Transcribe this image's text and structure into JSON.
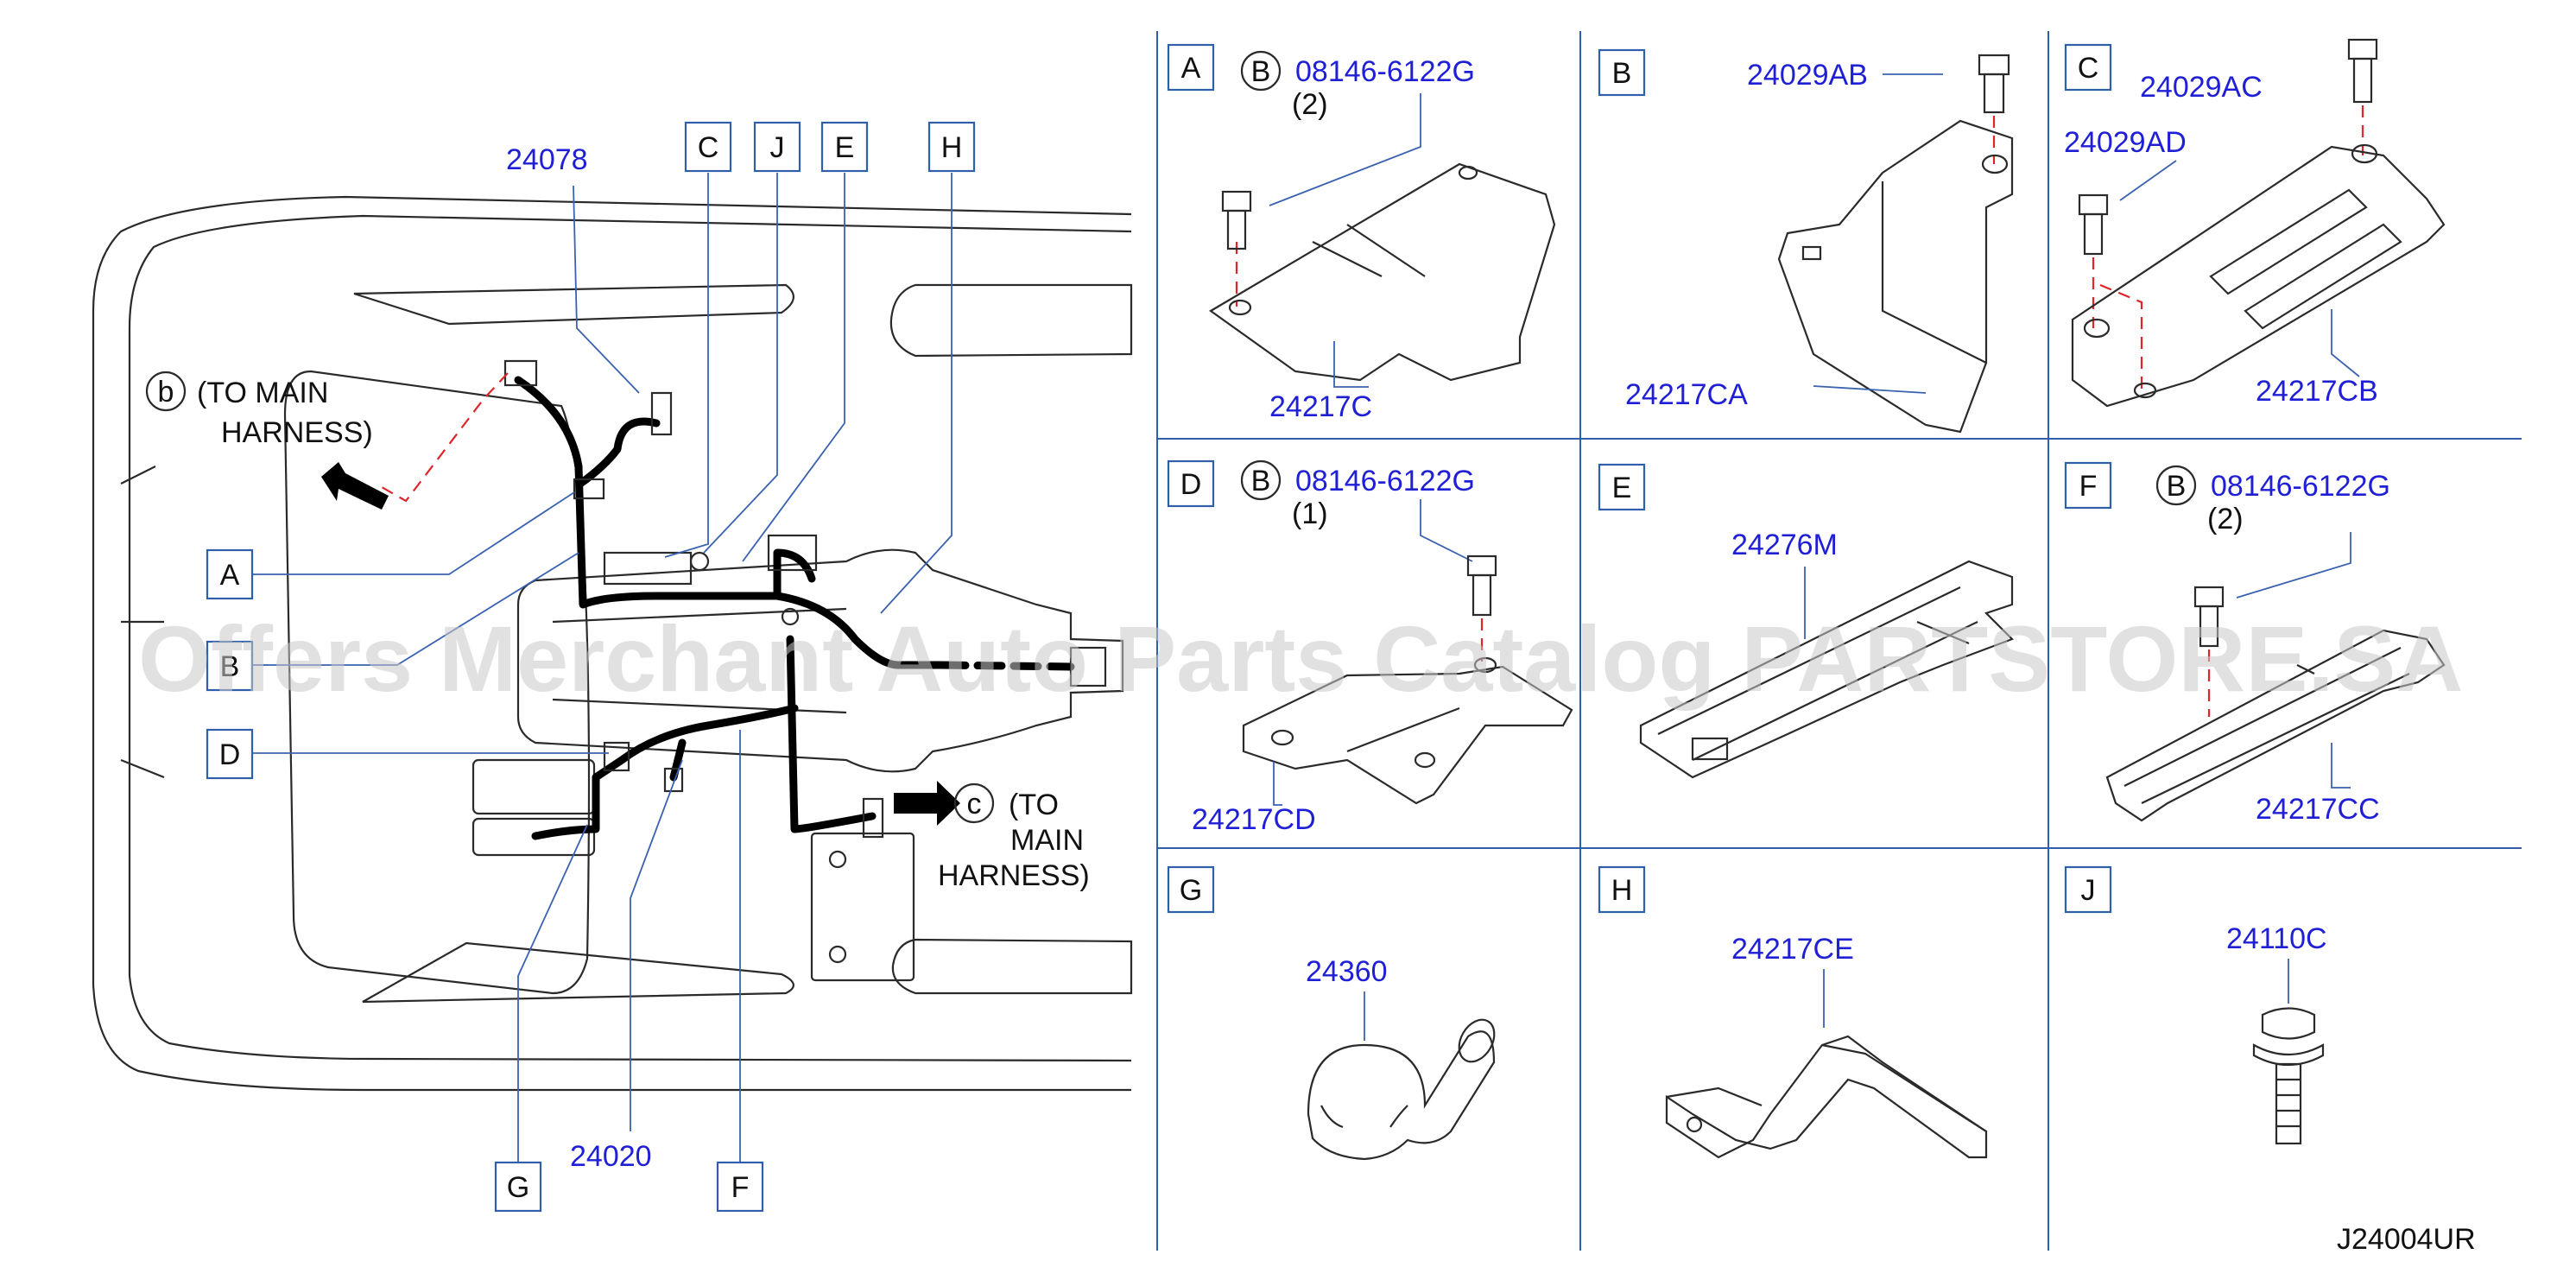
{
  "main_view": {
    "part_24078": "24078",
    "part_24020": "24020",
    "callouts": [
      "A",
      "B",
      "C",
      "D",
      "E",
      "F",
      "G",
      "H",
      "J"
    ],
    "note_b": {
      "circle": "b",
      "line1": "(TO   MAIN",
      "line2": "HARNESS)"
    },
    "note_c": {
      "circle": "c",
      "line1": "(TO",
      "line2": "MAIN",
      "line3": "HARNESS)"
    }
  },
  "panels": {
    "A": {
      "label": "A",
      "bolt_circle": "B",
      "bolt": "08146-6122G",
      "qty": "(2)",
      "bracket": "24217C"
    },
    "B": {
      "label": "B",
      "bolt": "24029AB",
      "bracket": "24217CA"
    },
    "C": {
      "label": "C",
      "bolt1": "24029AC",
      "bolt2": "24029AD",
      "bracket": "24217CB"
    },
    "D": {
      "label": "D",
      "bolt_circle": "B",
      "bolt": "08146-6122G",
      "qty": "(1)",
      "bracket": "24217CD"
    },
    "E": {
      "label": "E",
      "part": "24276M"
    },
    "F": {
      "label": "F",
      "bolt_circle": "B",
      "bolt": "08146-6122G",
      "qty": "(2)",
      "bracket": "24217CC"
    },
    "G": {
      "label": "G",
      "part": "24360"
    },
    "H": {
      "label": "H",
      "part": "24217CE"
    },
    "J": {
      "label": "J",
      "part": "24110C"
    }
  },
  "diagram_code": "J24004UR",
  "watermark": "Offers Merchant Auto Parts Catalog PARTSTORE.SA",
  "colors": {
    "part_number": "#1f1fd6",
    "leader": "#3a62b0",
    "dashed_guide": "#e0252a",
    "grid": "#2f5fa8"
  }
}
